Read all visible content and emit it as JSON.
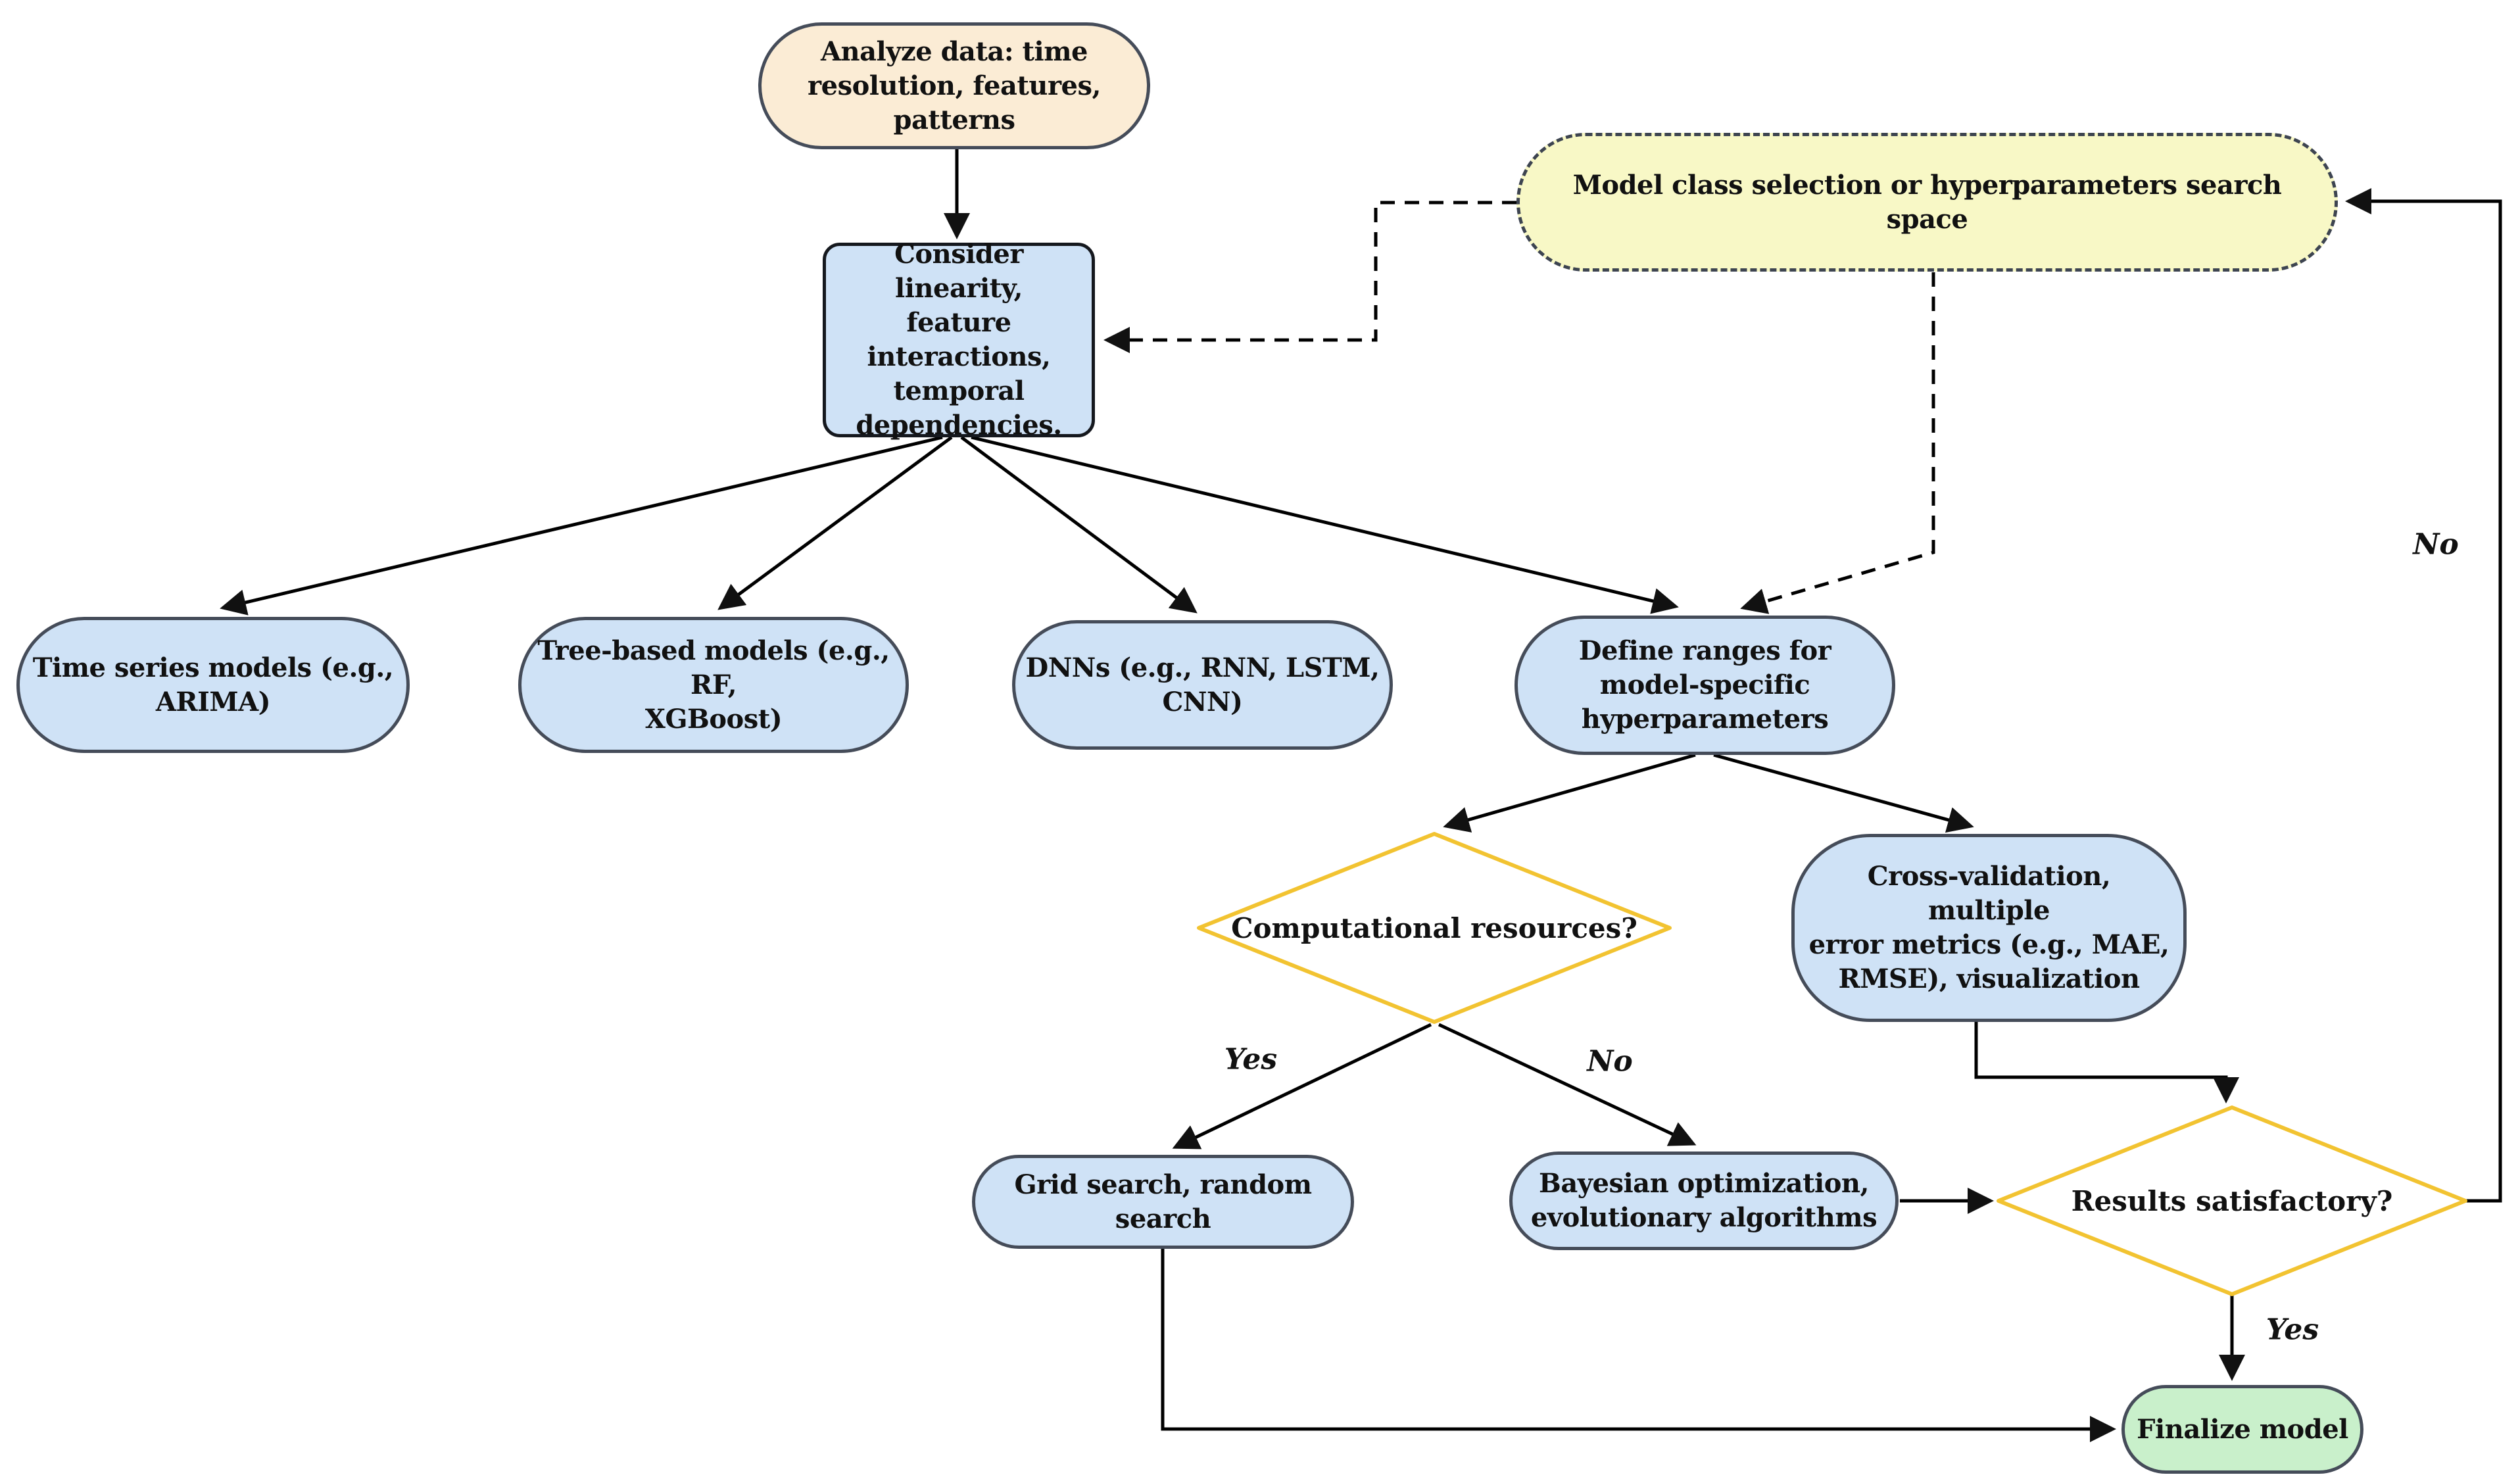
{
  "diagram": {
    "type": "flowchart",
    "nodes": {
      "analyze": {
        "label": "Analyze data: time\nresolution, features, patterns",
        "shape": "stadium"
      },
      "model_class": {
        "label": "Model class selection or hyperparameters search space",
        "shape": "stadium-dashed"
      },
      "consider": {
        "label": "Consider linearity,\nfeature\ninteractions,\ntemporal\ndependencies.",
        "shape": "rect"
      },
      "time_series": {
        "label": "Time series models (e.g.,\nARIMA)",
        "shape": "stadium"
      },
      "tree_based": {
        "label": "Tree-based models (e.g., RF,\nXGBoost)",
        "shape": "stadium"
      },
      "dnns": {
        "label": "DNNs (e.g., RNN, LSTM, CNN)",
        "shape": "stadium"
      },
      "define_ranges": {
        "label": "Define ranges for\nmodel-specific\nhyperparameters",
        "shape": "stadium"
      },
      "comp_resources": {
        "label": "Computational resources?",
        "shape": "diamond"
      },
      "cross_validation": {
        "label": "Cross-validation, multiple\nerror metrics (e.g., MAE,\nRMSE), visualization",
        "shape": "stadium"
      },
      "grid_search": {
        "label": "Grid search, random search",
        "shape": "stadium"
      },
      "bayesian": {
        "label": "Bayesian optimization,\nevolutionary algorithms",
        "shape": "stadium"
      },
      "results": {
        "label": "Results satisfactory?",
        "shape": "diamond"
      },
      "finalize": {
        "label": "Finalize model",
        "shape": "stadium"
      }
    },
    "edge_labels": {
      "comp_yes": "Yes",
      "comp_no": "No",
      "results_yes": "Yes",
      "results_no": "No"
    },
    "edges": [
      {
        "from": "analyze",
        "to": "consider",
        "style": "solid"
      },
      {
        "from": "model_class",
        "to": "consider",
        "style": "dashed"
      },
      {
        "from": "model_class",
        "to": "define_ranges",
        "style": "dashed"
      },
      {
        "from": "consider",
        "to": "time_series",
        "style": "solid"
      },
      {
        "from": "consider",
        "to": "tree_based",
        "style": "solid"
      },
      {
        "from": "consider",
        "to": "dnns",
        "style": "solid"
      },
      {
        "from": "consider",
        "to": "define_ranges",
        "style": "solid"
      },
      {
        "from": "define_ranges",
        "to": "comp_resources",
        "style": "solid"
      },
      {
        "from": "define_ranges",
        "to": "cross_validation",
        "style": "solid"
      },
      {
        "from": "comp_resources",
        "to": "grid_search",
        "style": "solid",
        "label": "Yes"
      },
      {
        "from": "comp_resources",
        "to": "bayesian",
        "style": "solid",
        "label": "No"
      },
      {
        "from": "cross_validation",
        "to": "results",
        "style": "solid"
      },
      {
        "from": "bayesian",
        "to": "results",
        "style": "solid"
      },
      {
        "from": "results",
        "to": "model_class",
        "style": "solid",
        "label": "No"
      },
      {
        "from": "results",
        "to": "finalize",
        "style": "solid",
        "label": "Yes"
      },
      {
        "from": "grid_search",
        "to": "finalize",
        "style": "solid"
      }
    ],
    "colors": {
      "process_fill": "#cfe2f6",
      "process_border": "#454c59",
      "consider_border": "#15181e",
      "start_fill": "#fbecd5",
      "loop_fill": "#f8f8c6",
      "loop_border": "#3d4450",
      "decision_border": "#f2c331",
      "final_fill": "#c9f0cb",
      "line": "#000000",
      "text": "#111111"
    }
  }
}
